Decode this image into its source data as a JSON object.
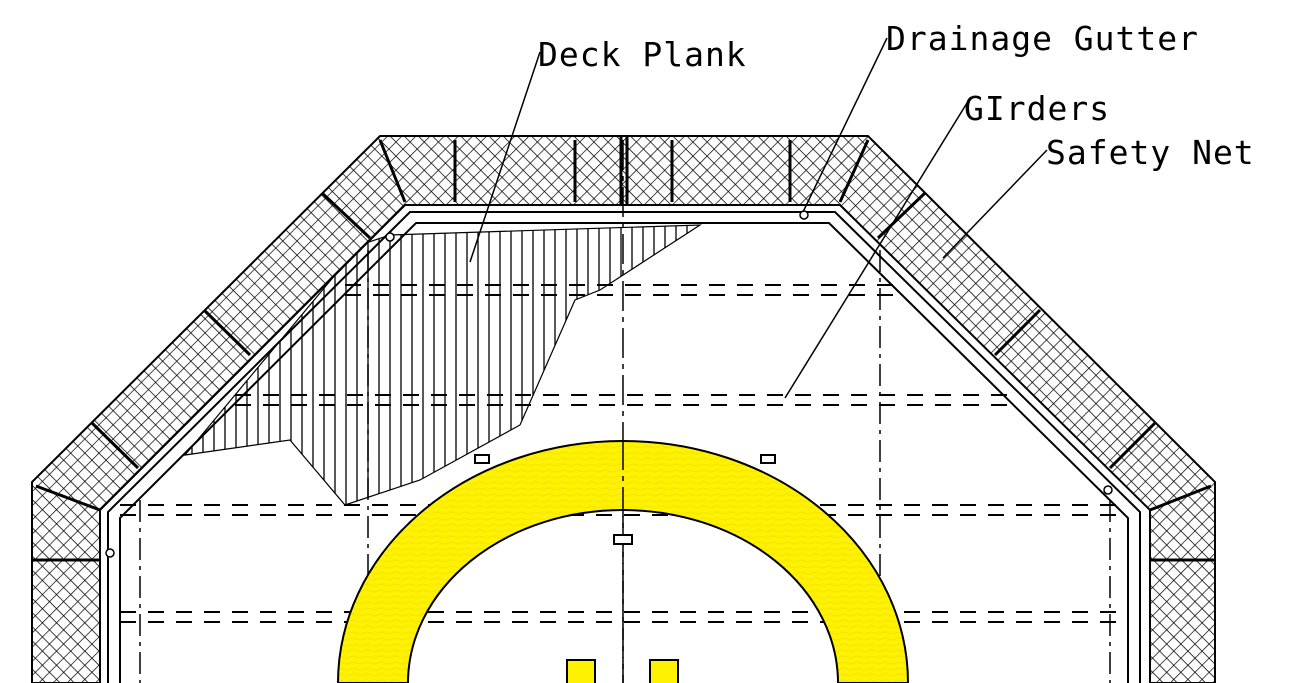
{
  "labels": {
    "deck_plank": "Deck Plank",
    "drainage_gutter": "Drainage Gutter",
    "girders": "GIrders",
    "safety_net": "Safety Net"
  },
  "colors": {
    "line": "#000000",
    "paper": "#ffffff",
    "landing_ring": "#fff200"
  }
}
